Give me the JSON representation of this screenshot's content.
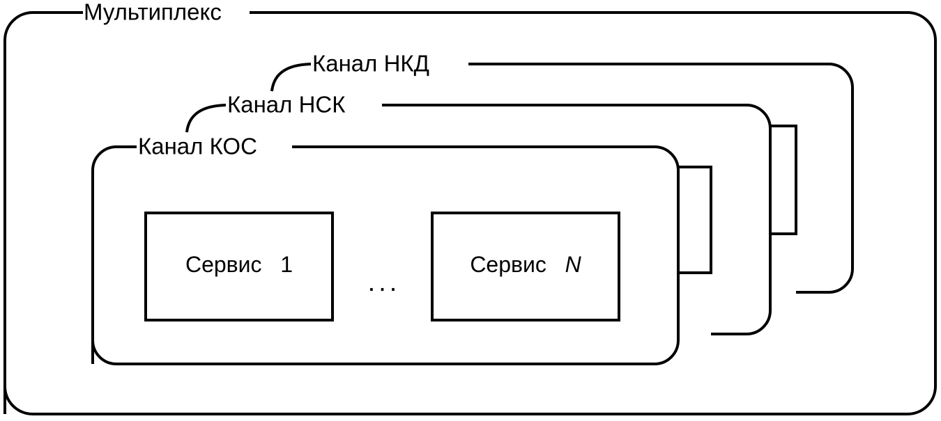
{
  "diagram": {
    "type": "nested-container-diagram",
    "title": "Мультиплекс",
    "background_color": "#ffffff",
    "line_color": "#000000",
    "containers": [
      {
        "id": "multiplex",
        "label": "Мультиплекс",
        "level": 0,
        "stacked": false
      },
      {
        "id": "channel-nkd",
        "label": "Канал НКД",
        "level": 1,
        "stacked": true
      },
      {
        "id": "channel-nsk",
        "label": "Канал НСК",
        "level": 2,
        "stacked": true
      },
      {
        "id": "channel-kos",
        "label": "Канал КОС",
        "level": 3,
        "stacked": true
      }
    ],
    "services": {
      "first": {
        "prefix": "Сервис",
        "index": "1"
      },
      "last": {
        "prefix": "Сервис",
        "index": "N"
      },
      "separator": "..."
    }
  }
}
